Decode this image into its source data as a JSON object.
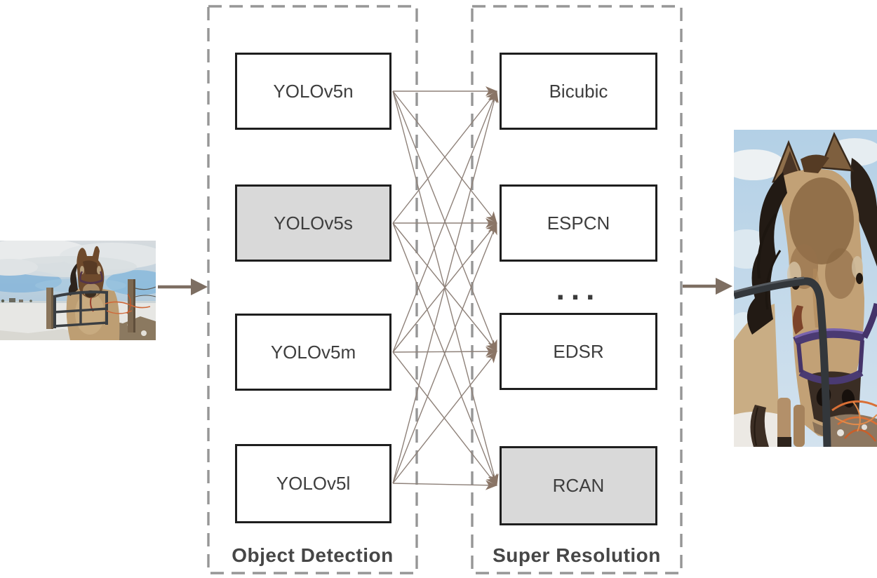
{
  "diagram": {
    "input_image": {
      "alt": "Low-resolution photo of a horse standing behind a metal gate in a snowy pasture"
    },
    "output_image": {
      "alt": "High-resolution close-up of the horse's head wearing a purple halter"
    },
    "groups": [
      {
        "label": "Object Detection",
        "boxes": [
          {
            "label": "YOLOv5n",
            "filled": false
          },
          {
            "label": "YOLOv5s",
            "filled": true
          },
          {
            "label": "YOLOv5m",
            "filled": false
          },
          {
            "label": "YOLOv5l",
            "filled": false
          }
        ]
      },
      {
        "label": "Super Resolution",
        "ellipsis": "...",
        "boxes": [
          {
            "label": "Bicubic",
            "filled": false
          },
          {
            "label": "ESPCN",
            "filled": false
          },
          {
            "label": "EDSR",
            "filled": false
          },
          {
            "label": "RCAN",
            "filled": true
          }
        ]
      }
    ],
    "connections": [
      {
        "from": "YOLOv5n",
        "to": "Bicubic"
      },
      {
        "from": "YOLOv5n",
        "to": "ESPCN"
      },
      {
        "from": "YOLOv5n",
        "to": "EDSR"
      },
      {
        "from": "YOLOv5n",
        "to": "RCAN"
      },
      {
        "from": "YOLOv5s",
        "to": "Bicubic"
      },
      {
        "from": "YOLOv5s",
        "to": "ESPCN"
      },
      {
        "from": "YOLOv5s",
        "to": "EDSR"
      },
      {
        "from": "YOLOv5s",
        "to": "RCAN"
      },
      {
        "from": "YOLOv5m",
        "to": "Bicubic"
      },
      {
        "from": "YOLOv5m",
        "to": "ESPCN"
      },
      {
        "from": "YOLOv5m",
        "to": "EDSR"
      },
      {
        "from": "YOLOv5m",
        "to": "RCAN"
      },
      {
        "from": "YOLOv5l",
        "to": "Bicubic"
      },
      {
        "from": "YOLOv5l",
        "to": "ESPCN"
      },
      {
        "from": "YOLOv5l",
        "to": "EDSR"
      },
      {
        "from": "YOLOv5l",
        "to": "RCAN"
      }
    ],
    "colors": {
      "box_border": "#1e1e1e",
      "box_fill_highlight": "#d9d9d9",
      "dashed_border": "#969696",
      "connector_line": "#8e8179",
      "connector_arrowhead": "#8a7566",
      "flow_arrow": "#7d6e62",
      "box_label_text": "#3e3e3e",
      "group_label_text": "#464646"
    }
  }
}
